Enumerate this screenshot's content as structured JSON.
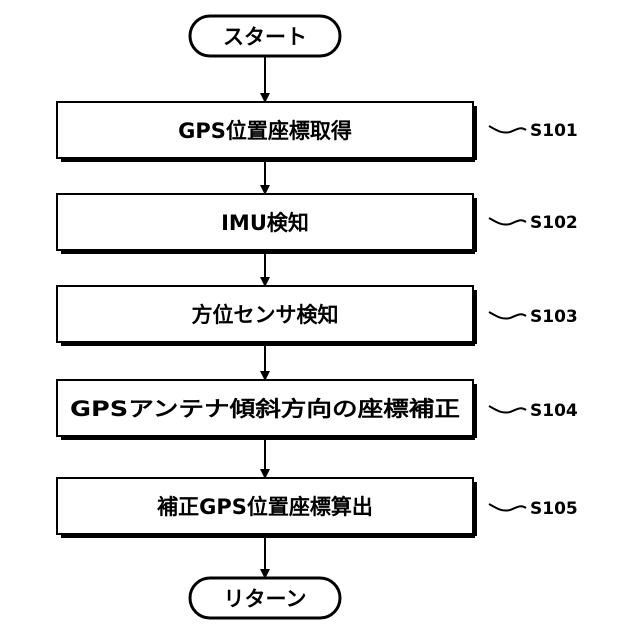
{
  "start": {
    "label": "スタート"
  },
  "end": {
    "label": "リターン"
  },
  "steps": [
    {
      "id": "S101",
      "label": "GPS位置座標取得"
    },
    {
      "id": "S102",
      "label": "IMU検知"
    },
    {
      "id": "S103",
      "label": "方位センサ検知"
    },
    {
      "id": "S104",
      "label": "GPSアンテナ傾斜方向の座標補正"
    },
    {
      "id": "S105",
      "label": "補正GPS位置座標算出"
    }
  ]
}
